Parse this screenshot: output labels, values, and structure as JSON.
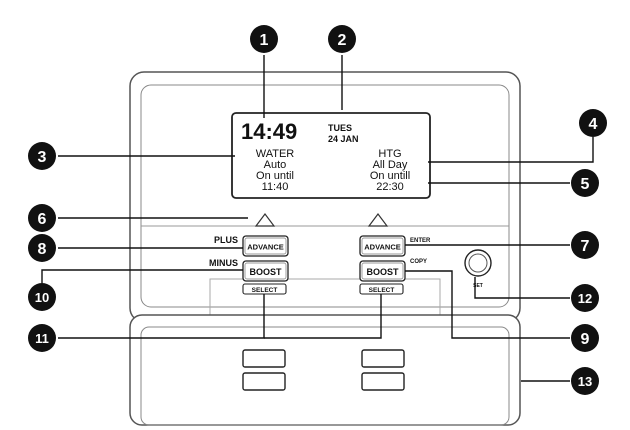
{
  "screen": {
    "time": "14:49",
    "day": "TUES",
    "date": "24 JAN",
    "water": {
      "title": "WATER",
      "mode": "Auto",
      "status": "On until",
      "time": "11:40"
    },
    "heating": {
      "title": "HTG",
      "mode": "All Day",
      "status": "On untill",
      "time": "22:30"
    }
  },
  "buttons": {
    "left_advance": "ADVANCE",
    "left_boost": "BOOST",
    "left_select": "SELECT",
    "right_advance": "ADVANCE",
    "right_boost": "BOOST",
    "right_select": "SELECT"
  },
  "side_labels": {
    "plus": "PLUS",
    "minus": "MINUS",
    "enter": "ENTER",
    "copy": "COPY",
    "set": "SET"
  },
  "callouts": [
    "1",
    "2",
    "3",
    "4",
    "5",
    "6",
    "7",
    "8",
    "9",
    "10",
    "11",
    "12",
    "13"
  ]
}
